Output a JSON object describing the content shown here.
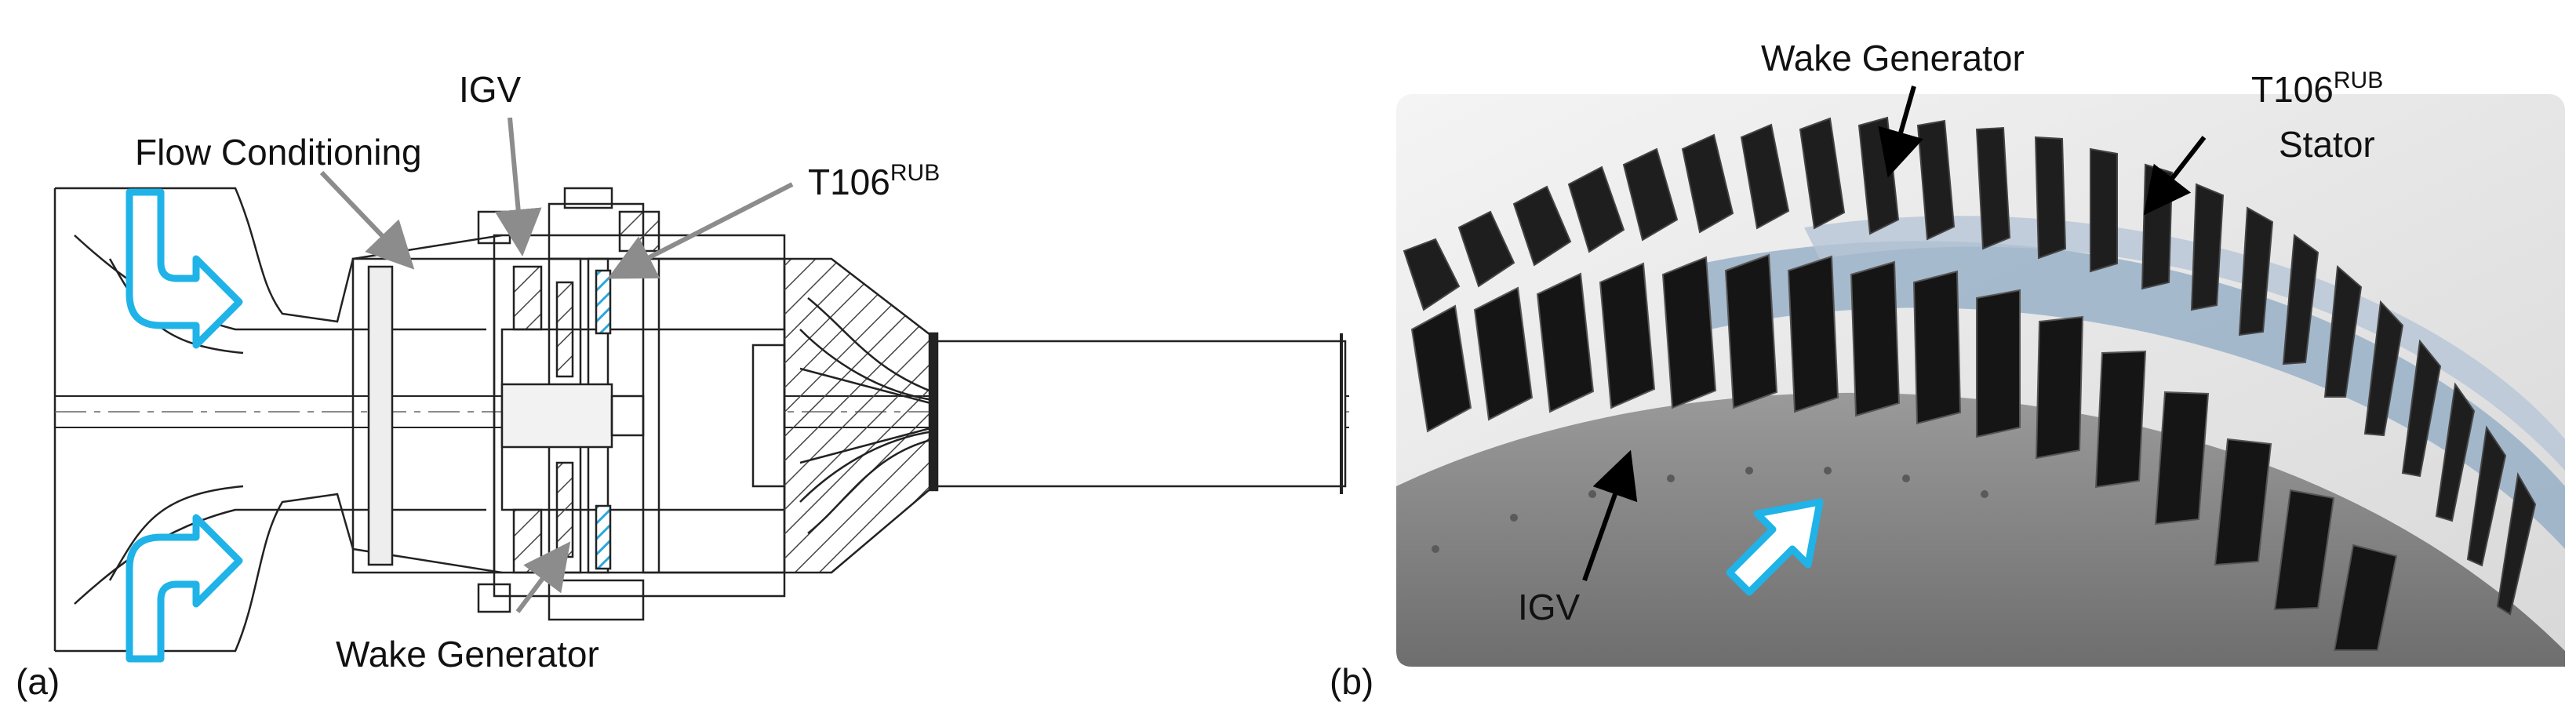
{
  "panel_a": {
    "panel_label": "(a)",
    "labels": {
      "flow_conditioning": "Flow Conditioning",
      "igv": "IGV",
      "t106": "T106",
      "t106_sup": "RUB",
      "wake_generator": "Wake Generator"
    }
  },
  "panel_b": {
    "panel_label": "(b)",
    "labels": {
      "wake_generator": "Wake Generator",
      "t106": "T106",
      "t106_sup": "RUB",
      "stator": "Stator",
      "igv": "IGV"
    }
  },
  "colors": {
    "flow_arrow": "#1fb3e8",
    "hatch_accent": "#2aa7dd",
    "render_blade": "#222222",
    "render_hub": "#7a7a7a",
    "render_channel": "#8fa9c4"
  }
}
